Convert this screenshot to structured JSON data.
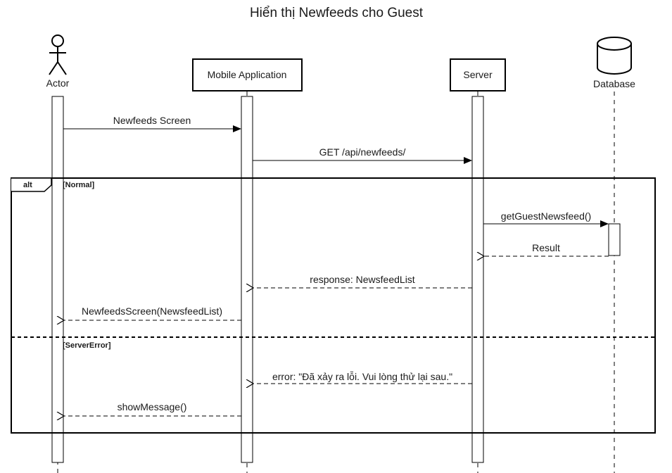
{
  "title": "Hiển thị Newfeeds cho Guest",
  "participants": {
    "actor": "Actor",
    "mobile": "Mobile Application",
    "server": "Server",
    "database": "Database"
  },
  "fragment": {
    "operator": "alt",
    "guard_normal": "[Normal]",
    "guard_error": "[ServerError]"
  },
  "messages": {
    "m1": "Newfeeds Screen",
    "m2": "GET /api/newfeeds/",
    "m3": "getGuestNewsfeed()",
    "m4": "Result",
    "m5": "response: NewsfeedList",
    "m6": "NewfeedsScreen(NewsfeedList)",
    "m7": "error: \"Đã xảy ra lỗi. Vui lòng thử lại sau.\"",
    "m8": "showMessage()"
  }
}
